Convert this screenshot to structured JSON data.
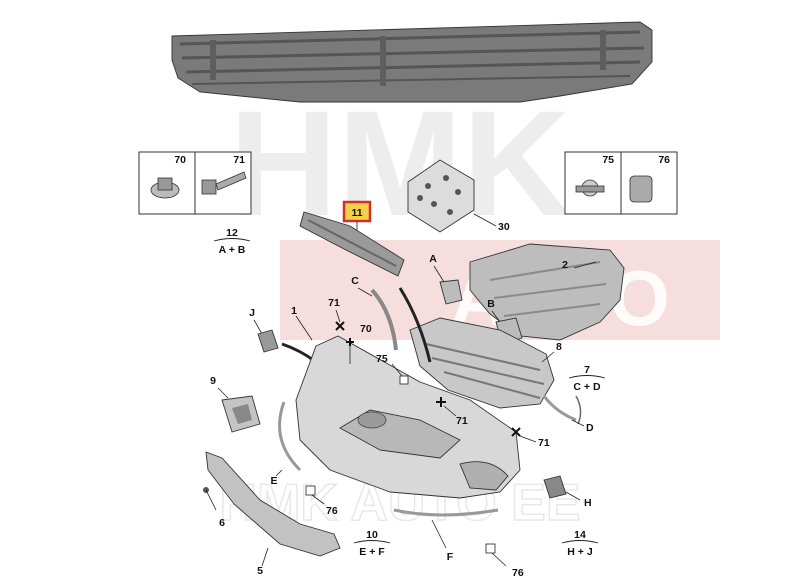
{
  "watermark": {
    "top": "HMK",
    "middle": "AUTO",
    "bottom": "HMK AUTO EE",
    "color_top": "#ececec",
    "color_middle": "#f4d6d6"
  },
  "boxes": {
    "left": {
      "a": "70",
      "b": "71"
    },
    "right": {
      "a": "75",
      "b": "76"
    },
    "highlight": {
      "label": "11",
      "fill": "#f5d04a",
      "border": "#d0302a"
    }
  },
  "groups": [
    {
      "num": "12",
      "sub": "A + B"
    },
    {
      "num": "7",
      "sub": "C + D"
    },
    {
      "num": "10",
      "sub": "E + F"
    },
    {
      "num": "14",
      "sub": "H + J"
    }
  ],
  "callouts": {
    "p30": "30",
    "p2": "2",
    "pA": "A",
    "pB": "B",
    "pC": "C",
    "pJ": "J",
    "p1": "1",
    "p71a": "71",
    "p70": "70",
    "p75": "75",
    "p8": "8",
    "p9": "9",
    "p71b": "71",
    "p71c": "71",
    "pD": "D",
    "pE": "E",
    "pH": "H",
    "p6": "6",
    "p76a": "76",
    "p5": "5",
    "pF": "F",
    "p76b": "76"
  },
  "colors": {
    "part_dark": "#6f6f6f",
    "part_mid": "#a9a9a9",
    "part_light": "#d4d4d4",
    "part_pale": "#e6e6e6"
  }
}
